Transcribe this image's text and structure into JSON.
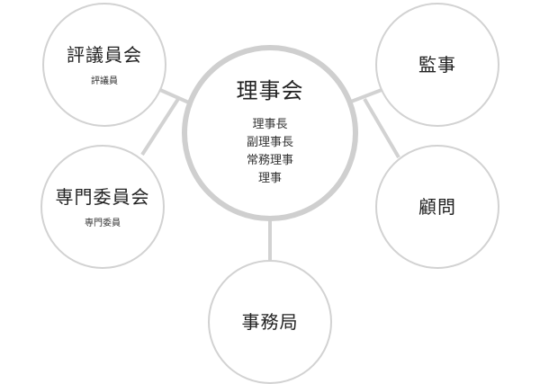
{
  "center": {
    "title": "理事会",
    "members": [
      "理事長",
      "副理事長",
      "常務理事",
      "理事"
    ]
  },
  "hyogiinkai": {
    "title": "評議員会",
    "sub": "評議員"
  },
  "senmoniinkai": {
    "title": "専門委員会",
    "sub": "専門委員"
  },
  "kanji": {
    "title": "監事"
  },
  "komon": {
    "title": "顧問"
  },
  "jimukyoku": {
    "title": "事務局"
  }
}
